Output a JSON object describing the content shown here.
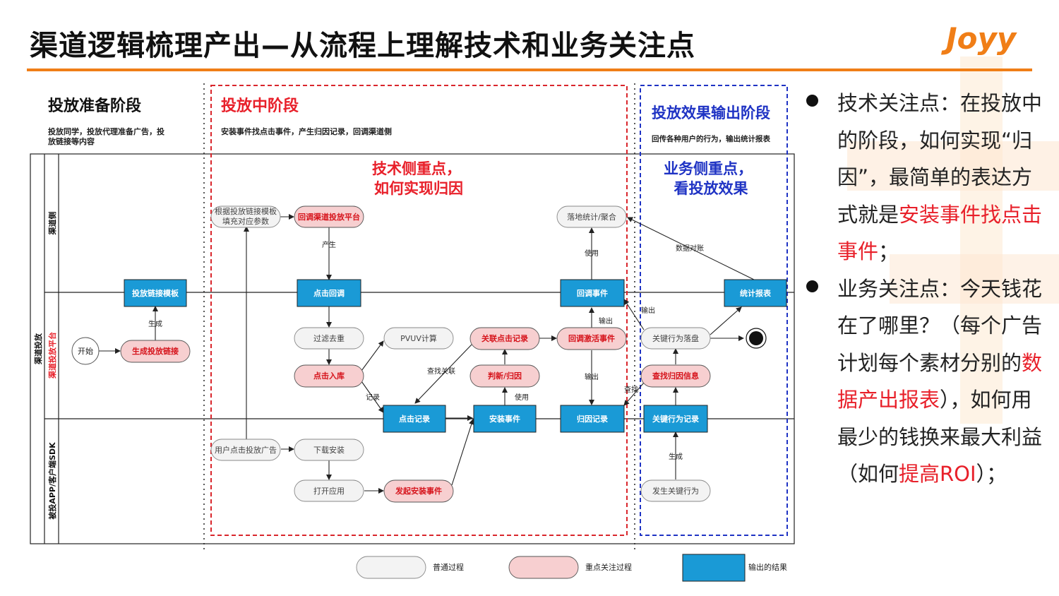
{
  "title": "渠道逻辑梳理产出—从流程上理解技术和业务关注点",
  "logo": "Joyy",
  "colors": {
    "accent": "#f07e17",
    "red": "#e8202a",
    "blue": "#1a9ad6",
    "navy": "#1f33c4",
    "pink": "#f7cfd0"
  },
  "stages": {
    "prep": {
      "title": "投放准备阶段",
      "desc1": "投放同学，投放代理准备广告，投",
      "desc2": "放链接等内容"
    },
    "mid": {
      "title": "投放中阶段",
      "desc": "安装事件找点击事件，产生归因记录，回调渠道侧"
    },
    "effect": {
      "title": "投放效果输出阶段",
      "desc": "回传各种用户的行为，输出统计报表"
    }
  },
  "lanes": {
    "outer": "渠道投放",
    "channel": "渠道侧",
    "platform": "渠道投放平台",
    "sdk": "被投APP/客户端SDK"
  },
  "focus": {
    "tech1": "技术侧重点，",
    "tech2": "如何实现归因",
    "biz1": "业务侧重点，",
    "biz2": "看投放效果"
  },
  "nodes": {
    "start": "开始",
    "gen_link": "生成投放链接",
    "link_template": "投放链接模板",
    "fill1": "根据投放链接模板",
    "fill2": "填充对应参数",
    "callback_platform": "回调渠道投放平台",
    "click_callback": "点击回调",
    "filter": "过滤去重",
    "pvuv": "PVUV计算",
    "click_store": "点击入库",
    "click_record": "点击记录",
    "user_click": "用户点击投放广告",
    "download": "下载安装",
    "open_app": "打开应用",
    "send_install": "发起安装事件",
    "install_event": "安装事件",
    "judge": "判新/归因",
    "link_click": "关联点击记录",
    "callback_activate": "回调激活事件",
    "callback_event": "回调事件",
    "landing": "落地统计/聚合",
    "attr_record": "归因记录",
    "key_land": "关键行为落盘",
    "find_attr": "查找归因信息",
    "key_record": "关键行为记录",
    "key_trigger": "发生关键行为",
    "stat_report": "统计报表"
  },
  "edges": {
    "gen": "生成",
    "produce": "产生",
    "record": "记录",
    "find_link": "查找关联",
    "use": "使用",
    "output": "输出",
    "find": "查找",
    "reconcile": "数据对账"
  },
  "legend": {
    "normal": "普通过程",
    "key": "重点关注过程",
    "output": "输出的结果"
  },
  "bullets": [
    {
      "segments": [
        {
          "text": "技术关注点：在投放中的阶段，如何实现“归因”，最简单的表达方式就是",
          "red": false
        },
        {
          "text": "安装事件找点击事件",
          "red": true
        },
        {
          "text": "；",
          "red": false
        }
      ]
    },
    {
      "segments": [
        {
          "text": "业务关注点：今天钱花在了哪里？（每个广告计划每个素材分别的",
          "red": false
        },
        {
          "text": "数据产出报表",
          "red": true
        },
        {
          "text": "），如何用最少的钱换来最大利益（如何",
          "red": false
        },
        {
          "text": "提高ROI",
          "red": true
        },
        {
          "text": "）；",
          "red": false
        }
      ]
    }
  ]
}
